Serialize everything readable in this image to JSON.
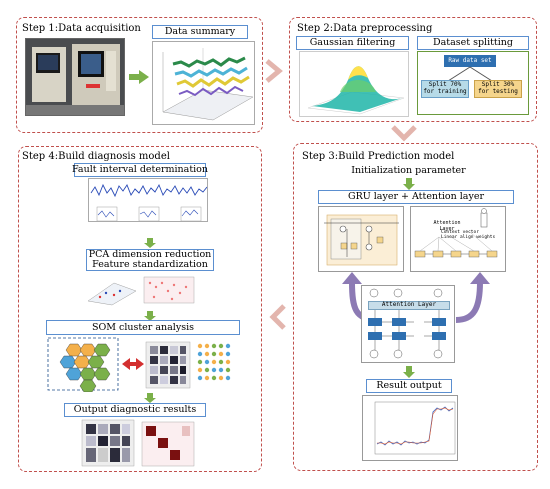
{
  "step1": {
    "title": "Step 1:Data acquisition",
    "summary_label": "Data summary"
  },
  "step2": {
    "title": "Step 2:Data preprocessing",
    "gaussian_label": "Gaussian filtering",
    "splitting_label": "Dataset splitting",
    "raw_label": "Raw data set",
    "train_label": "Split 70%\nfor training",
    "test_label": "Split 30%\nfor testing"
  },
  "step3": {
    "title": "Step 3:Build Prediction model",
    "init_label": "Initialization parameter",
    "gru_label": "GRU layer + Attention layer",
    "attention_layer_label": "Attention Layer",
    "attention_mech_label": "Attention Layer",
    "context_label": "Context vector\nLinear align weights",
    "result_label": "Result output"
  },
  "step4": {
    "title": "Step 4:Build diagnosis model",
    "fault_label": "Fault interval determination",
    "pca_label": "PCA dimension reduction\nFeature standardization",
    "som_label": "SOM cluster analysis",
    "output_label": "Output diagnostic results"
  },
  "colors": {
    "border": "#c0504d",
    "label_border": "#5b8fd0",
    "arrow_green": "#7bb04a",
    "arrow_purple": "#8c7ab4",
    "chevron": "#e3b5ad"
  }
}
